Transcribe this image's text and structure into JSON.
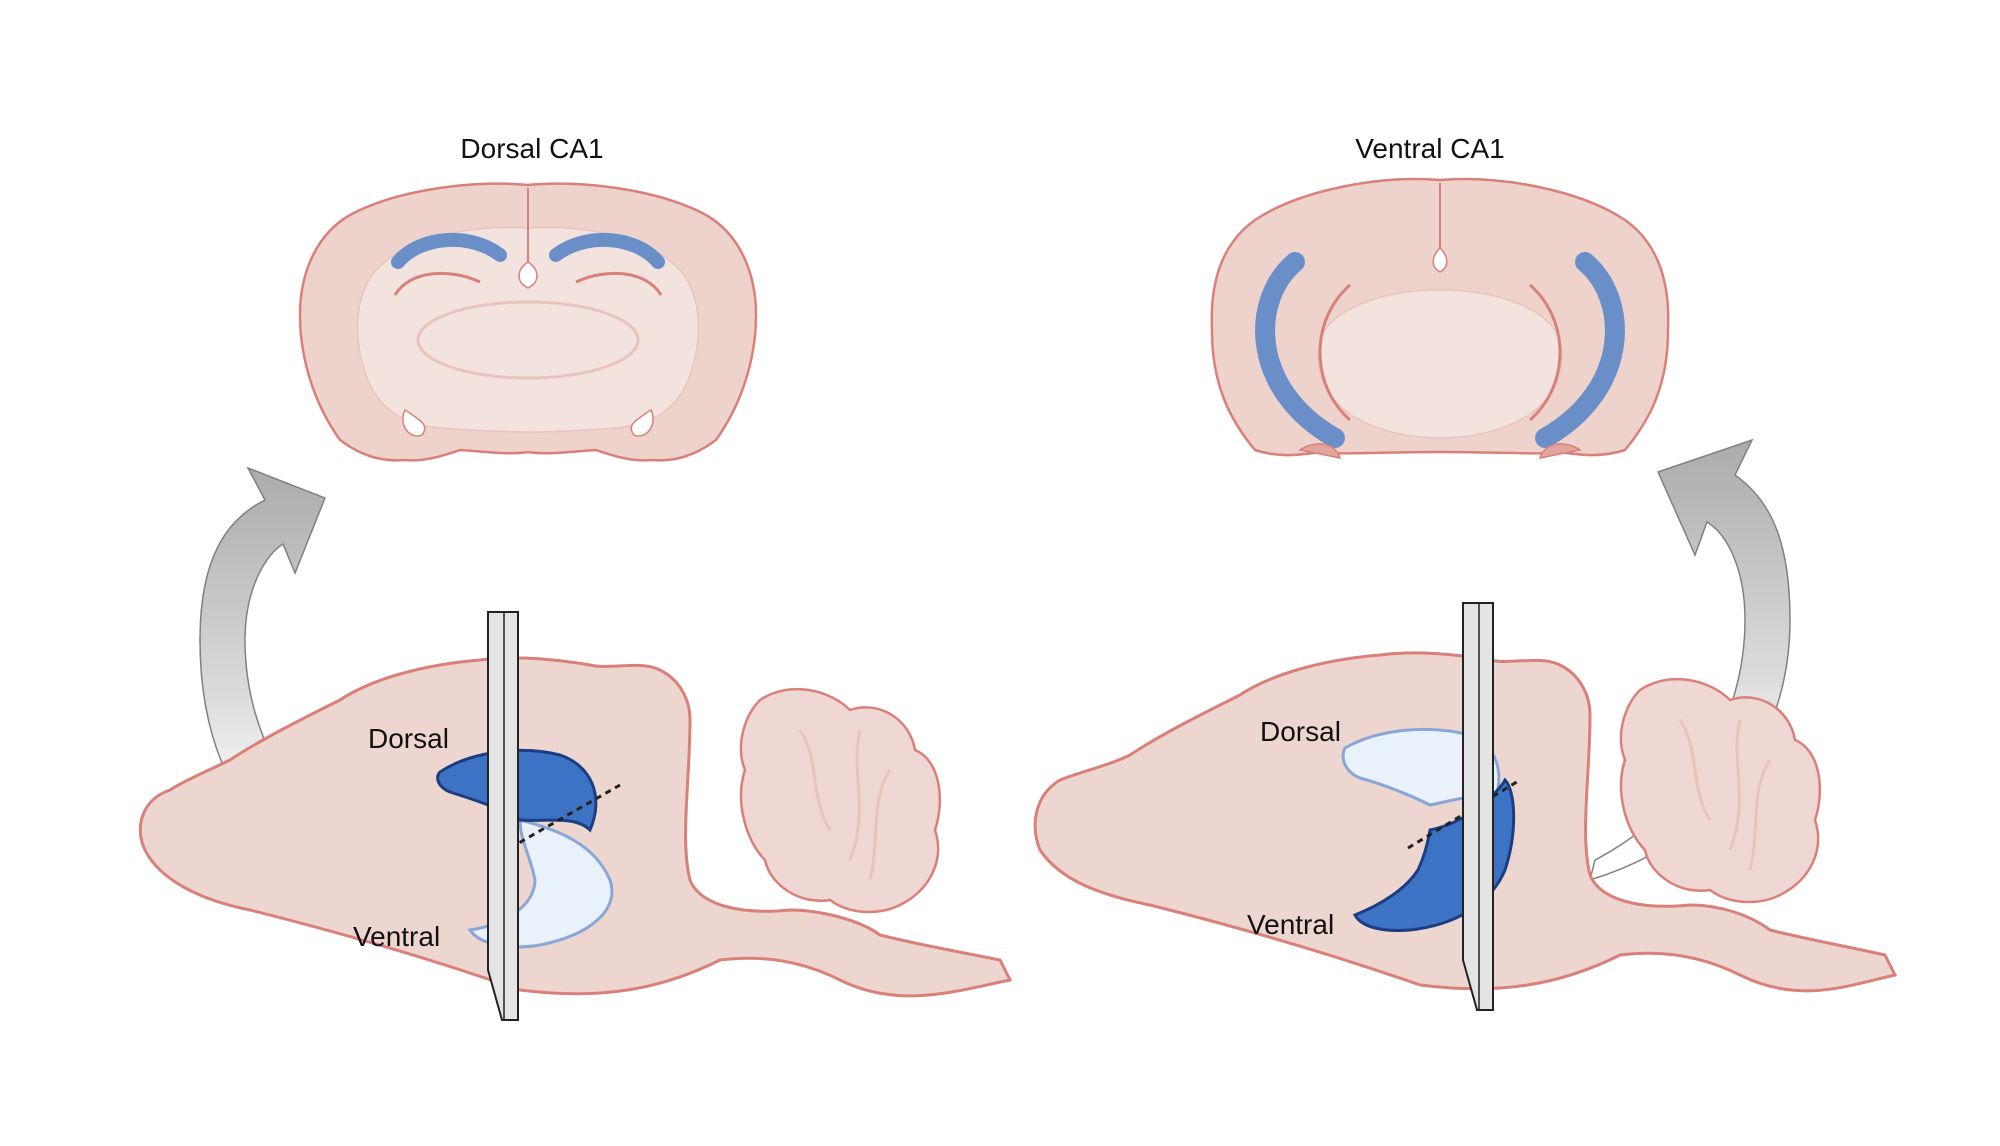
{
  "panels": {
    "left": {
      "title": "Dorsal CA1",
      "label_top": "Dorsal",
      "label_bottom": "Ventral",
      "highlighted_region": "dorsal"
    },
    "right": {
      "title": "Ventral CA1",
      "label_top": "Dorsal",
      "label_bottom": "Ventral",
      "highlighted_region": "ventral"
    }
  },
  "colors": {
    "tissue_fill": "#eed6d0",
    "tissue_outline": "#d98079",
    "inner_fill": "#f3e3df",
    "region_highlight": "#3d73c4",
    "region_highlight_outline": "#1b3d82",
    "region_pale": "#e9f1fb",
    "region_pale_outline": "#8aa6d6",
    "hippocampus_band": "#6a8fc8",
    "blade": "#e4e4e4",
    "blade_outline": "#222222",
    "arrow": "#a9a9a9"
  }
}
